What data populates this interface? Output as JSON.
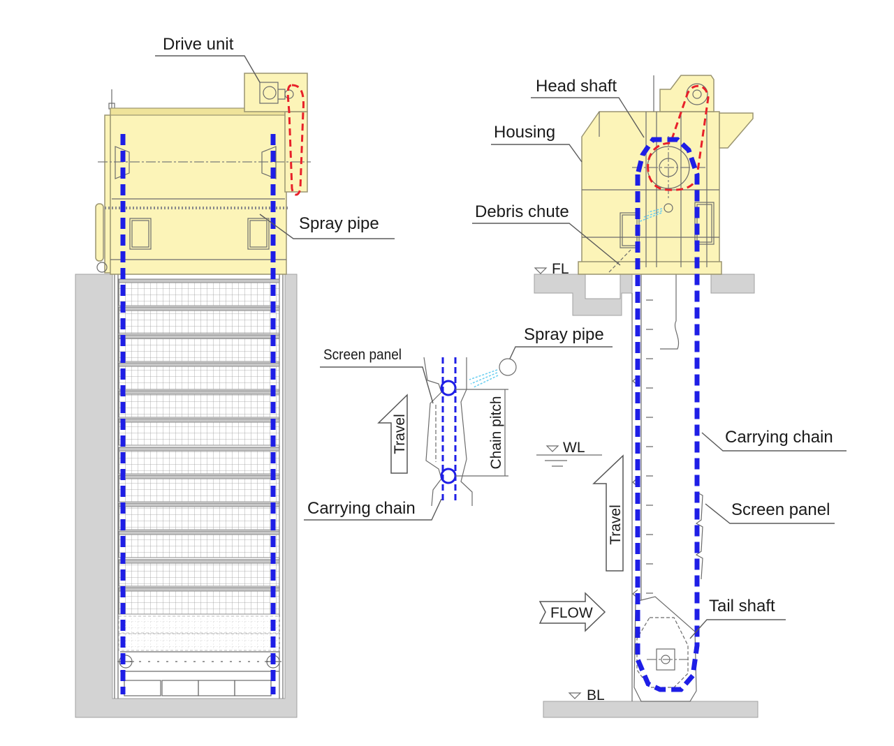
{
  "labels": {
    "front_view": {
      "drive_unit": "Drive unit",
      "spray_pipe": "Spray pipe"
    },
    "detail_view": {
      "spray_pipe": "Spray pipe",
      "screen_panel": "Screen panel",
      "travel": "Travel",
      "chain_pitch": "Chain pitch",
      "carrying_chain": "Carrying chain"
    },
    "side_view": {
      "head_shaft": "Head shaft",
      "housing": "Housing",
      "debris_chute": "Debris chute",
      "floor_level": "FL",
      "water_level": "WL",
      "carrying_chain": "Carrying chain",
      "screen_panel": "Screen panel",
      "travel": "Travel",
      "flow": "FLOW",
      "tail_shaft": "Tail shaft",
      "bottom_level": "BL"
    }
  },
  "colors": {
    "housing_fill": "#fcf4b8",
    "carrying_chain": "#1e1ee6",
    "drive_chain": "#e8202a",
    "ground": "#d3d3d3",
    "spray": "#6fd0f0"
  }
}
